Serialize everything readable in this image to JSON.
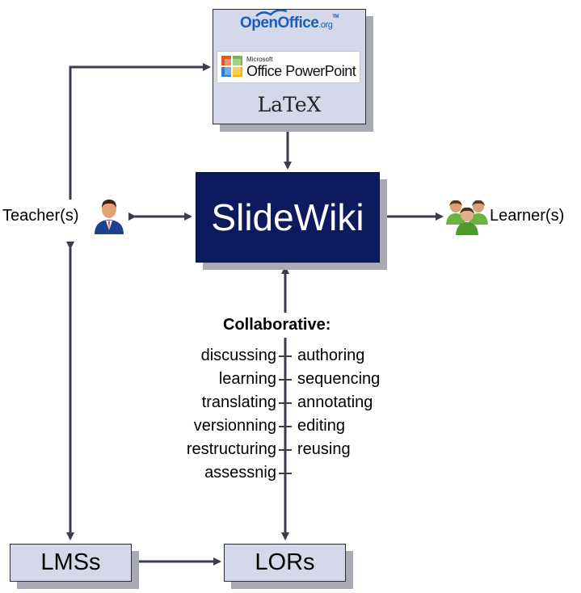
{
  "diagram": {
    "center": {
      "title": "SlideWiki"
    },
    "sources": {
      "openoffice": {
        "main": "OpenOffice",
        "suffix": ".org",
        "tm": "TM"
      },
      "powerpoint": {
        "vendor": "Microsoft",
        "name": "Office PowerPoint"
      },
      "latex": {
        "name": "LaTeX"
      }
    },
    "actors": {
      "teacher": {
        "label": "Teacher(s)",
        "icon": "teacher-icon"
      },
      "learners": {
        "label": "Learner(s)",
        "icon": "learners-icon"
      }
    },
    "systems": {
      "lms": "LMSs",
      "lor": "LORs"
    },
    "collaborative": {
      "title": "Collaborative:",
      "left": [
        "discussing",
        "learning",
        "translating",
        "versionning",
        "restructuring",
        "assessnig"
      ],
      "right": [
        "authoring",
        "sequencing",
        "annotating",
        "editing",
        "reusing"
      ]
    },
    "colors": {
      "center_fill": "#0e1a5e",
      "box_fill": "#d4d8ea",
      "arrow": "#3c3c4c",
      "openoffice_blue": "#1a5fb4",
      "powerpoint_orange": "#e05a1a"
    }
  }
}
